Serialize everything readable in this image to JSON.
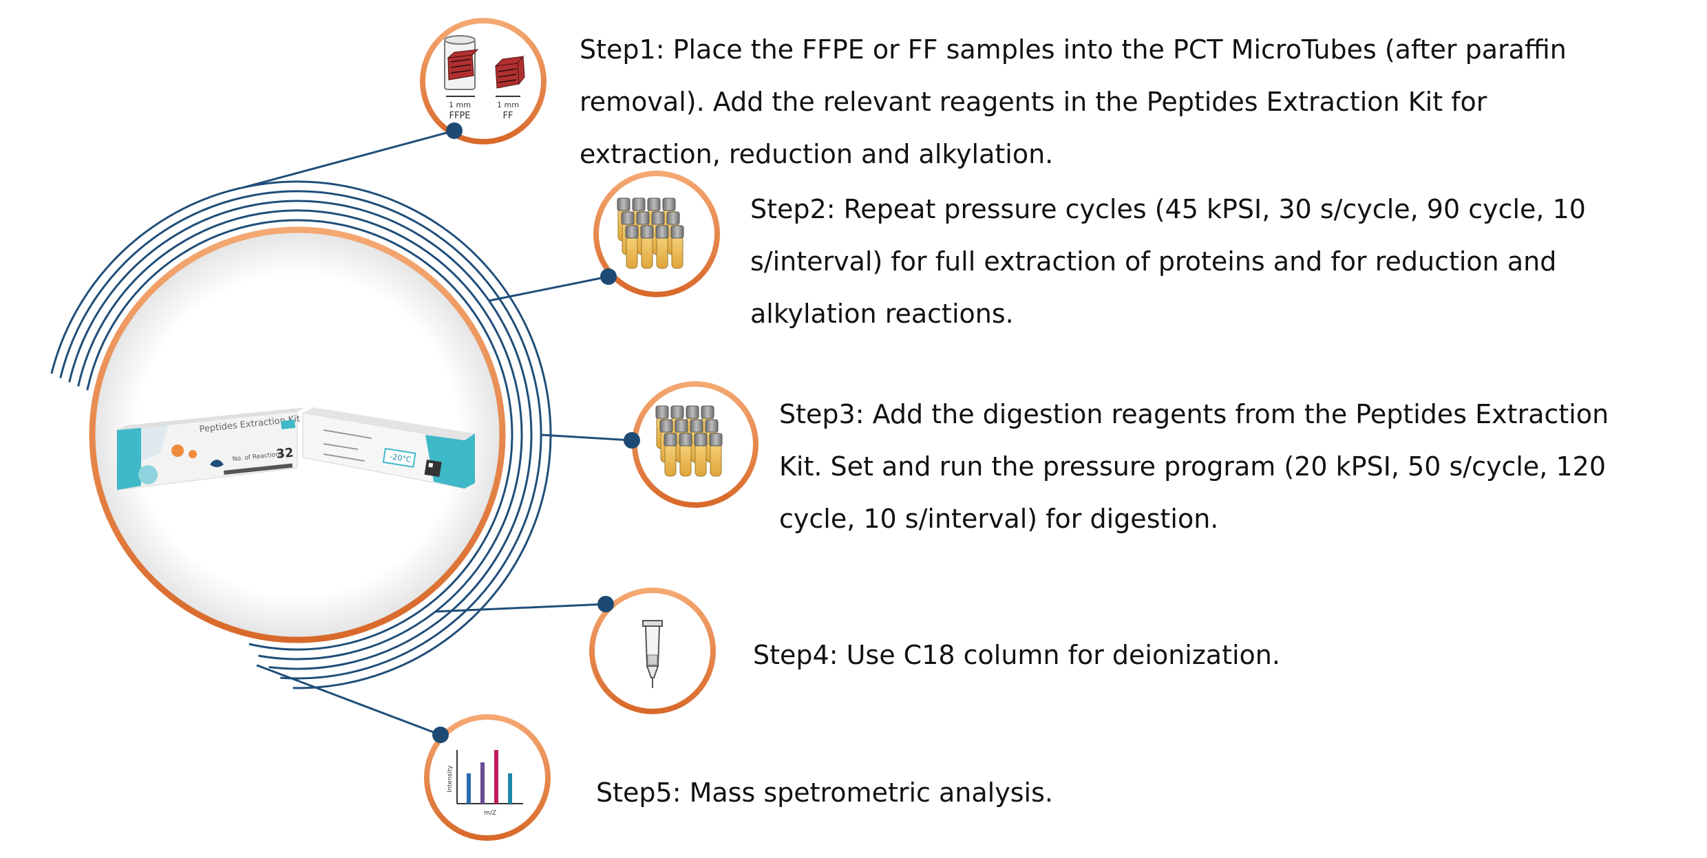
{
  "steps": [
    {
      "id": "step1",
      "lines": [
        "Step1: Place the FFPE or FF samples into the PCT MicroTubes (after paraffin",
        "removal). Add the relevant reagents in the Peptides Extraction Kit for",
        "extraction, reduction and alkylation."
      ],
      "icon": "tissue-samples-icon",
      "icon_labels": {
        "left_size": "1 mm",
        "left_name": "FFPE",
        "right_size": "1 mm",
        "right_name": "FF"
      }
    },
    {
      "id": "step2",
      "lines": [
        "Step2: Repeat pressure cycles (45 kPSI, 30 s/cycle, 90 cycle, 10",
        "s/interval) for full extraction of proteins and for reduction and",
        "alkylation reactions."
      ],
      "icon": "microtube-rack-icon"
    },
    {
      "id": "step3",
      "lines": [
        "Step3: Add the digestion reagents from the Peptides Extraction",
        "Kit. Set and run the pressure program (20 kPSI, 50 s/cycle, 120",
        "cycle, 10 s/interval) for digestion."
      ],
      "icon": "digestion-tubes-icon"
    },
    {
      "id": "step4",
      "lines": [
        "Step4: Use C18 column for deionization."
      ],
      "icon": "c18-column-icon"
    },
    {
      "id": "step5",
      "lines": [
        "Step5: Mass spetrometric analysis."
      ],
      "icon": "mass-spectrum-icon",
      "icon_labels": {
        "y_axis": "Intensity",
        "x_axis": "m/Z"
      }
    }
  ],
  "product": {
    "box_title": "Peptides Extraction Kit",
    "reactions_label": "No. of Reactions",
    "reactions_value": "32",
    "temperature": "-20°C"
  },
  "colors": {
    "ring_orange": "#e8834a",
    "line_navy": "#1f4e79",
    "dot_navy": "#1d4a72",
    "text": "#111111",
    "box_teal": "#3fb8c8",
    "bar_blue": "#2b6cb0",
    "bar_purple": "#6a4c93",
    "bar_pink": "#c2185b",
    "bar_teal": "#1e88a8"
  }
}
